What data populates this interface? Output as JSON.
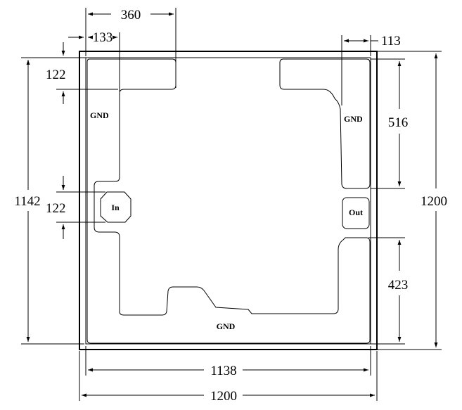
{
  "dimensions": {
    "top_width": "360",
    "top_inset": "133",
    "right_inset": "113",
    "top_gap": "122",
    "left_outer_height": "1142",
    "port_height": "122",
    "right_strip_height": "516",
    "right_outer_height": "1200",
    "right_lower_height": "423",
    "inner_width": "1138",
    "outer_width": "1200"
  },
  "labels": {
    "gnd_left": "GND",
    "gnd_right": "GND",
    "gnd_bottom": "GND",
    "port_in": "In",
    "port_out": "Out"
  }
}
